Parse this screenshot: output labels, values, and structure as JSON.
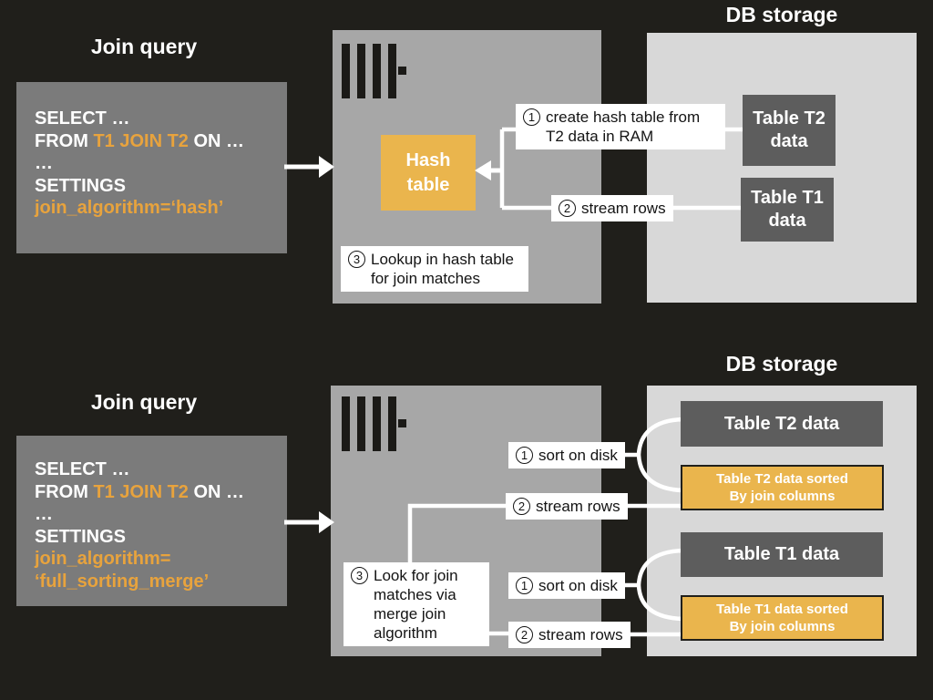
{
  "titles": {
    "top_query": "Join query",
    "top_db": "DB storage",
    "bottom_query": "Join query",
    "bottom_db": "DB storage"
  },
  "top": {
    "query": {
      "select": "SELECT …",
      "from_white1": "FROM ",
      "from_orange": "T1 JOIN T2",
      "from_white2": " ON …",
      "ellipsis": "…",
      "settings": "SETTINGS",
      "algorithm": "join_algorithm=‘hash’"
    },
    "hash_table": {
      "line1": "Hash",
      "line2": "table"
    },
    "steps": {
      "s1": {
        "num": "1",
        "lines": [
          "create hash table from",
          "T2 data in RAM"
        ]
      },
      "s2": {
        "num": "2",
        "text": "stream rows"
      },
      "s3": {
        "num": "3",
        "lines": [
          "Lookup in hash table",
          "for join matches"
        ]
      }
    },
    "db": {
      "t2": {
        "line1": "Table T2",
        "line2": "data"
      },
      "t1": {
        "line1": "Table T1",
        "line2": "data"
      }
    }
  },
  "bottom": {
    "query": {
      "select": "SELECT …",
      "from_white1": "FROM ",
      "from_orange": "T1 JOIN T2",
      "from_white2": " ON …",
      "ellipsis": "…",
      "settings": "SETTINGS",
      "algorithm1": "join_algorithm=",
      "algorithm2": "‘full_sorting_merge’"
    },
    "steps": {
      "sort1": {
        "num": "1",
        "text": "sort on disk"
      },
      "stream1": {
        "num": "2",
        "text": "stream rows"
      },
      "s3": {
        "num": "3",
        "lines": [
          "Look for join",
          "matches via",
          "merge join",
          "algorithm"
        ]
      },
      "sort2": {
        "num": "1",
        "text": "sort on disk"
      },
      "stream2": {
        "num": "2",
        "text": "stream rows"
      }
    },
    "db": {
      "t2": "Table T2 data",
      "t2sorted": {
        "line1": "Table T2 data sorted",
        "line2": "By join columns"
      },
      "t1": "Table T1 data",
      "t1sorted": {
        "line1": "Table T1 data sorted",
        "line2": "By join columns"
      }
    }
  },
  "icons": {
    "server_logo": "clickhouse-logo-icon"
  },
  "colors": {
    "background": "#201f1b",
    "query_box": "#7b7b7b",
    "server_box": "#a7a7a7",
    "db_box": "#d8d8d8",
    "table_dark": "#5d5d5d",
    "accent_box": "#eab54d",
    "accent_text": "#e8a33d",
    "text_white": "#ffffff",
    "text_black": "#141414"
  }
}
